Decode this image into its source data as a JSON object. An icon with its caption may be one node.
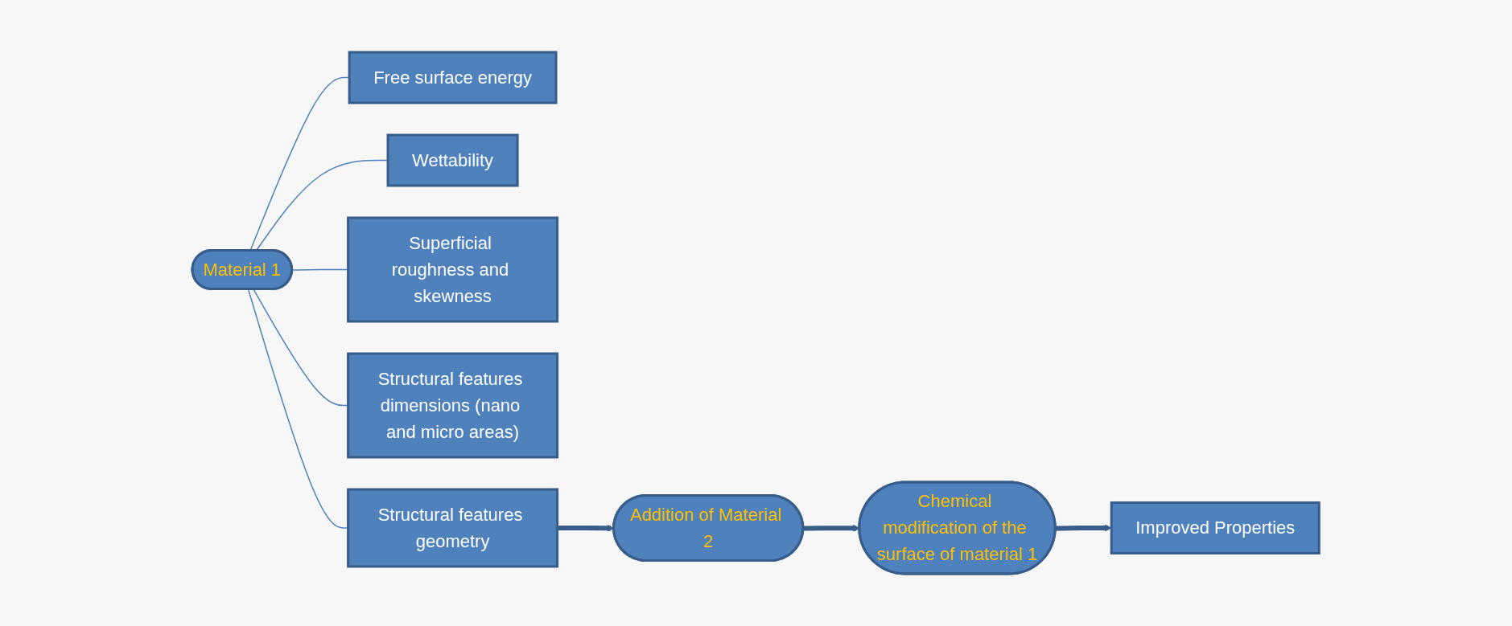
{
  "diagram": {
    "nodes": [
      {
        "text": [
          "Material 1"
        ]
      },
      {
        "text": [
          "Free surface energy"
        ]
      },
      {
        "text": [
          "Wettability"
        ]
      },
      {
        "text": [
          "Superficial roughness and skewness"
        ]
      },
      {
        "text": [
          "Structural features dimensions (nano and micro areas)"
        ]
      },
      {
        "text": [
          "Structural features geometry"
        ]
      },
      {
        "text": [
          "Addition of Material 2"
        ]
      },
      {
        "text": [
          "Chemical modification of the surface of material 1"
        ]
      },
      {
        "text": [
          "Improved Properties"
        ]
      }
    ],
    "edges": [
      {
        "from": 0,
        "to": 1,
        "arrow": "none"
      },
      {
        "from": 0,
        "to": 2,
        "arrow": "none"
      },
      {
        "from": 0,
        "to": 3,
        "arrow": "none"
      },
      {
        "from": 0,
        "to": 4,
        "arrow": "none"
      },
      {
        "from": 0,
        "to": 5,
        "arrow": "none"
      },
      {
        "from": 5,
        "to": 6,
        "arrow": "to",
        "style": "thick"
      },
      {
        "from": 6,
        "to": 7,
        "arrow": "to",
        "style": "thick"
      },
      {
        "from": 7,
        "to": 8,
        "arrow": "to",
        "style": "thick"
      }
    ]
  }
}
